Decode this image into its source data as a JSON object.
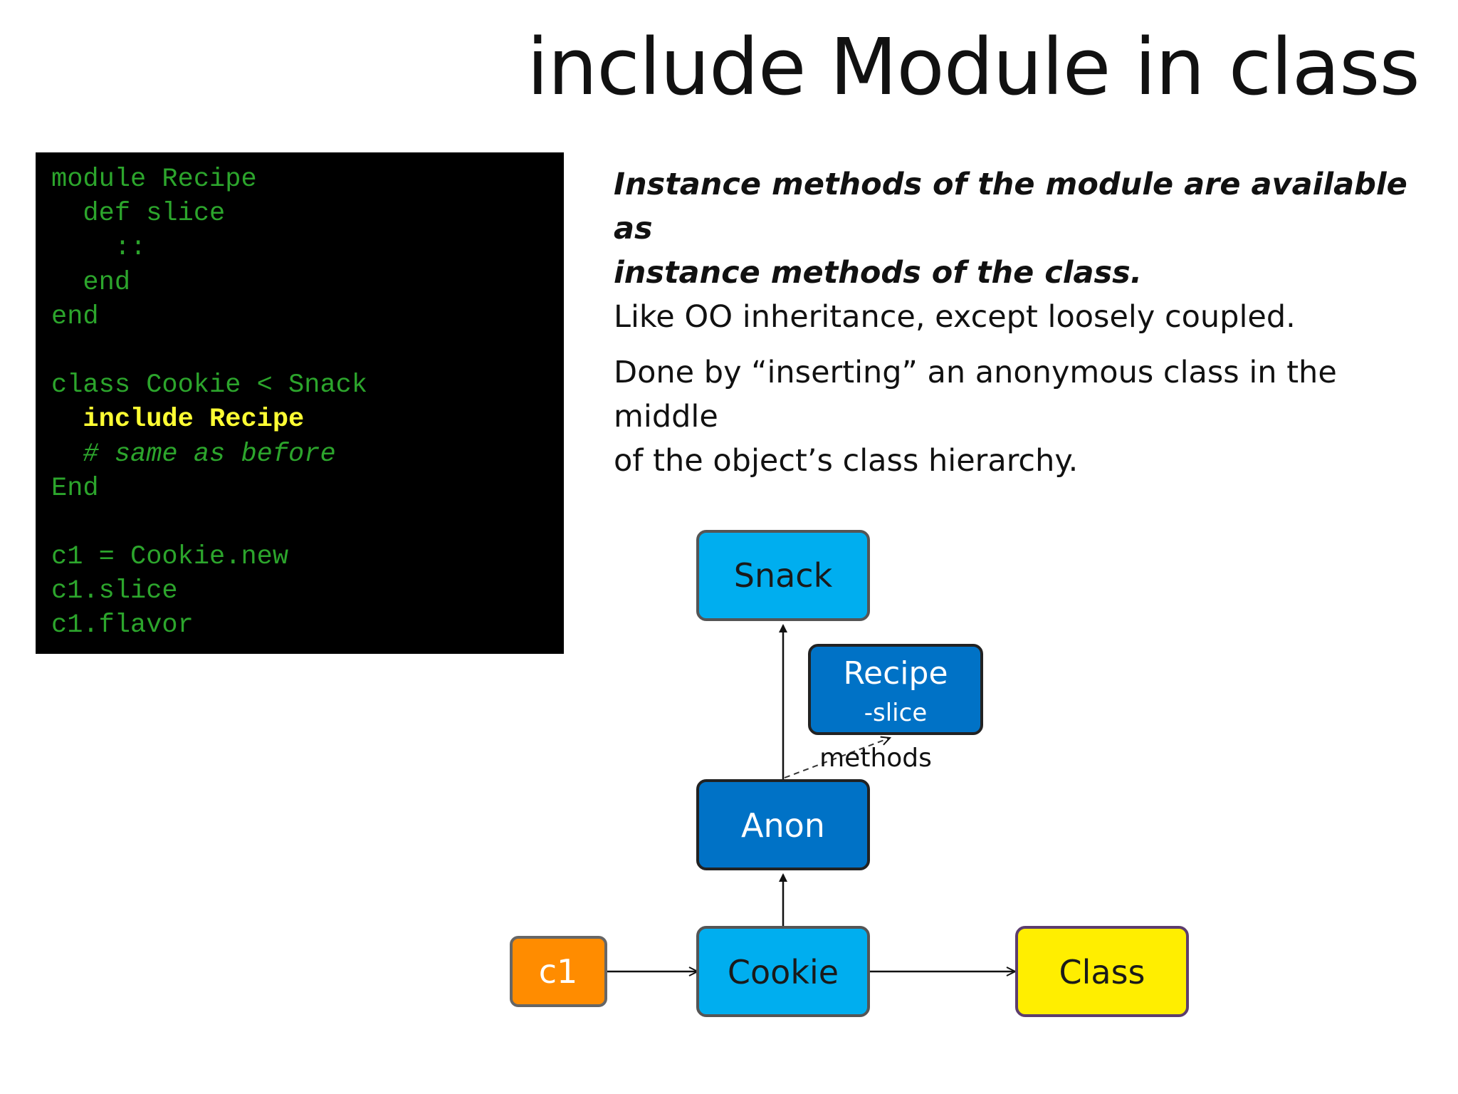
{
  "slide": {
    "title": "include Module in class"
  },
  "code": {
    "lines": [
      {
        "text": "module Recipe",
        "style": "normal"
      },
      {
        "text": "  def slice",
        "style": "normal"
      },
      {
        "text": "    ::",
        "style": "normal"
      },
      {
        "text": "  end",
        "style": "normal"
      },
      {
        "text": "end",
        "style": "normal"
      },
      {
        "text": "",
        "style": "normal"
      },
      {
        "text": "class Cookie < Snack",
        "style": "normal"
      },
      {
        "text": "  include Recipe",
        "style": "highlight"
      },
      {
        "text": "  # same as before",
        "style": "comment"
      },
      {
        "text": "End",
        "style": "normal"
      },
      {
        "text": "",
        "style": "normal"
      },
      {
        "text": "c1 = Cookie.new",
        "style": "normal"
      },
      {
        "text": "c1.slice",
        "style": "normal"
      },
      {
        "text": "c1.flavor",
        "style": "normal"
      }
    ],
    "colors": {
      "background": "#000000",
      "text": "#2ca52c",
      "highlight": "#ffff33"
    }
  },
  "description": {
    "emphasis_line1": "Instance methods of the module are available as",
    "emphasis_line2": "instance methods of the class.",
    "line3": "Like OO inheritance, except loosely coupled.",
    "para2_line1": "Done by “inserting” an anonymous class in the middle",
    "para2_line2": "of the object’s class hierarchy."
  },
  "diagram": {
    "nodes": {
      "snack": {
        "label": "Snack",
        "fill": "#00aeef",
        "text_color": "#1a1a1a"
      },
      "recipe": {
        "label": "Recipe",
        "sublabel": "-slice",
        "fill": "#0072c6",
        "text_color": "#ffffff"
      },
      "anon": {
        "label": "Anon",
        "fill": "#0072c6",
        "text_color": "#ffffff"
      },
      "cookie": {
        "label": "Cookie",
        "fill": "#00aeef",
        "text_color": "#1a1a1a"
      },
      "c1": {
        "label": "c1",
        "fill": "#ff8c00",
        "text_color": "#ffffff"
      },
      "class": {
        "label": "Class",
        "fill": "#ffee00",
        "text_color": "#1a1a1a"
      }
    },
    "edge_label": "methods",
    "edges": [
      {
        "from": "cookie",
        "to": "anon",
        "style": "solid"
      },
      {
        "from": "anon",
        "to": "snack",
        "style": "solid"
      },
      {
        "from": "anon",
        "to": "recipe",
        "style": "dashed",
        "label": "methods"
      },
      {
        "from": "c1",
        "to": "cookie",
        "style": "solid"
      },
      {
        "from": "cookie",
        "to": "class",
        "style": "solid"
      }
    ]
  }
}
